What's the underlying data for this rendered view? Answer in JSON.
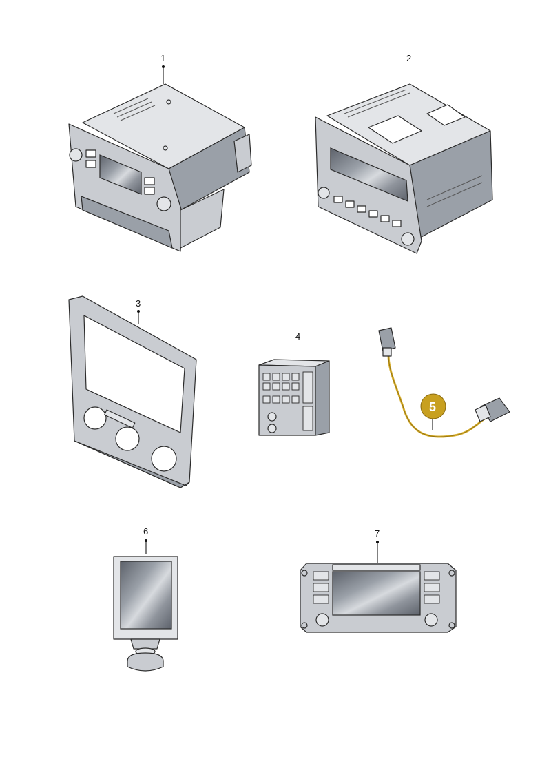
{
  "parts": [
    {
      "label": "1"
    },
    {
      "label": "2"
    },
    {
      "label": "3"
    },
    {
      "label": "4"
    },
    {
      "label": "5"
    },
    {
      "label": "6"
    },
    {
      "label": "7"
    }
  ],
  "colors": {
    "badge": "#c8a020",
    "cable": "#d8b030",
    "metal": "#c9ccd1",
    "metal_dark": "#9aa0a8",
    "screen": "#7a7f88"
  }
}
